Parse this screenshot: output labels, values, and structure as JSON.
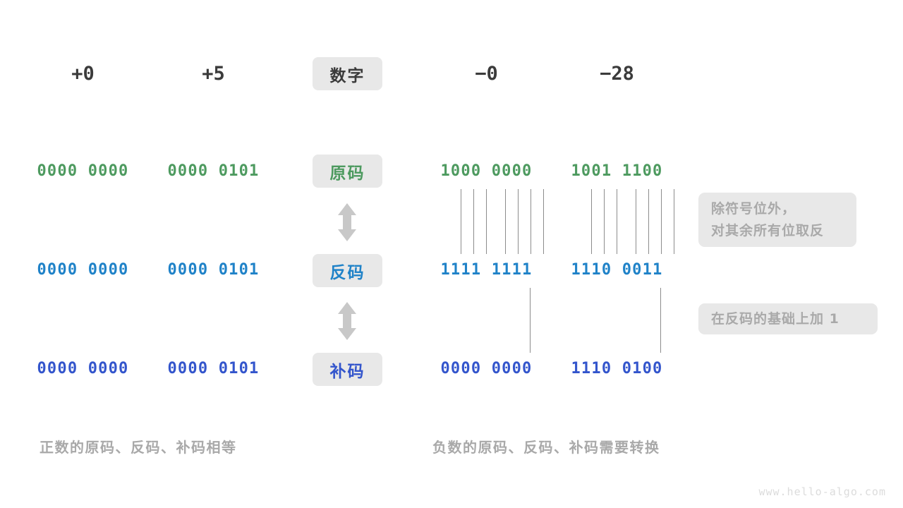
{
  "diagram": {
    "title_watermark": "www.hello-algo.com",
    "row_labels": [
      {
        "text": "数字",
        "color": "#3b3b3b"
      },
      {
        "text": "原码",
        "color": "#4d9a5f"
      },
      {
        "text": "反码",
        "color": "#1f82c8"
      },
      {
        "text": "补码",
        "color": "#3355cc"
      }
    ],
    "columns": {
      "positive": [
        {
          "number": "+0",
          "true_form": "0000 0000",
          "ones_complement": "0000 0000",
          "twos_complement": "0000 0000"
        },
        {
          "number": "+5",
          "true_form": "0000 0101",
          "ones_complement": "0000 0101",
          "twos_complement": "0000 0101"
        }
      ],
      "negative": [
        {
          "number": "−0",
          "true_form": "1000 0000",
          "ones_complement": "1111 1111",
          "twos_complement": "0000 0000"
        },
        {
          "number": "−28",
          "true_form": "1001 1100",
          "ones_complement": "1110 0011",
          "twos_complement": "1110 0100"
        }
      ]
    },
    "notes": [
      {
        "text": "除符号位外，\n对其余所有位取反"
      },
      {
        "text": "在反码的基础上加 1"
      }
    ],
    "captions": [
      {
        "text": "正数的原码、反码、补码相等"
      },
      {
        "text": "负数的原码、反码、补码需要转换"
      }
    ],
    "colors": {
      "green": "#4d9a5f",
      "blue": "#1f82c8",
      "indigo": "#3355cc",
      "badge_bg": "#e8e8e8",
      "muted": "#a9a9a9",
      "line": "#8c8c8c"
    }
  }
}
